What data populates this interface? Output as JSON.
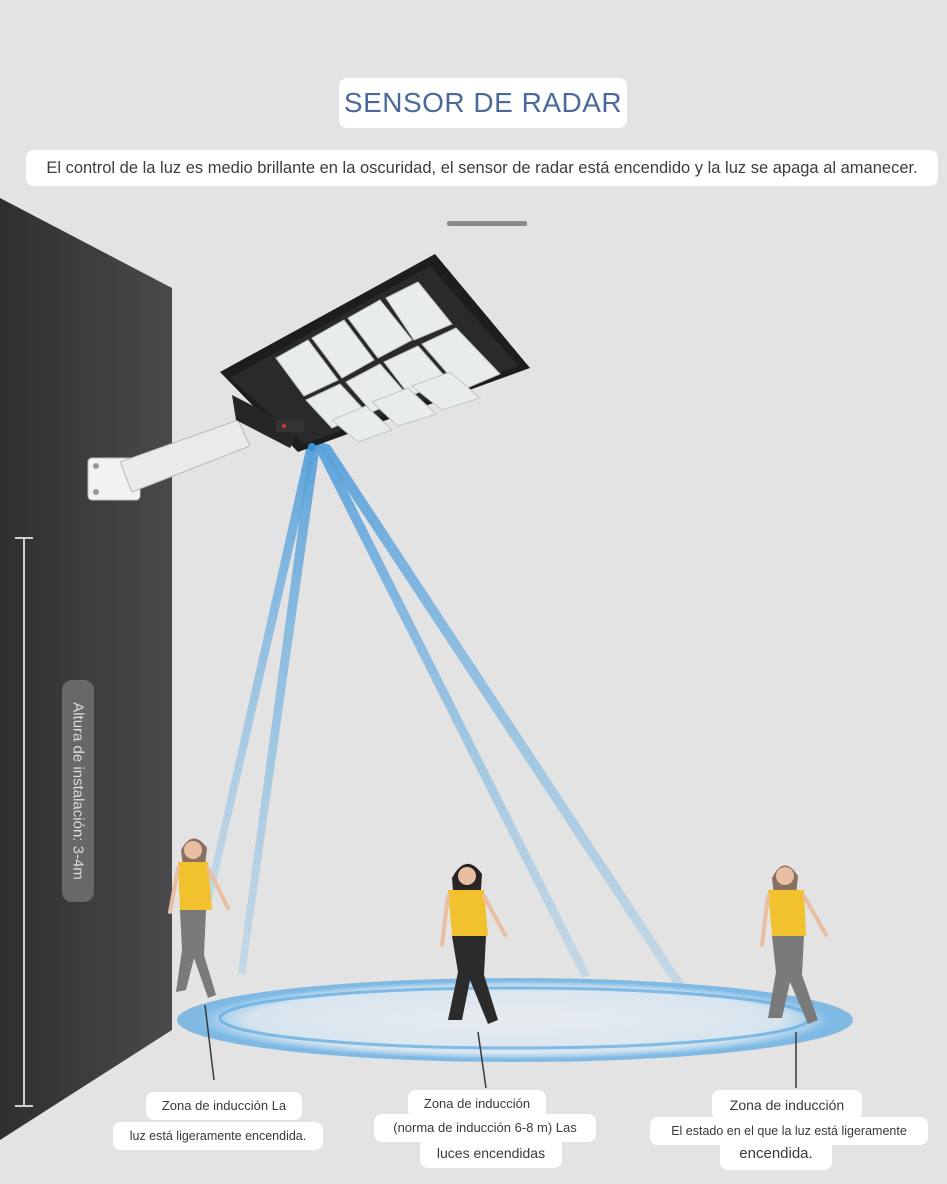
{
  "title": "SENSOR DE RADAR",
  "subtitle": "El control de la luz es medio brillante en la oscuridad, el sensor de radar está encendido y la luz se apaga al amanecer.",
  "height_label": "Altura de instalación: 3-4m",
  "zones": [
    {
      "lines": [
        "Zona de inducción La",
        "luz está ligeramente encendida."
      ]
    },
    {
      "lines": [
        "Zona de inducción",
        "(norma de inducción 6-8 m) Las",
        "luces encendidas"
      ]
    },
    {
      "lines": [
        "Zona de inducción",
        "El estado en el que la luz está ligeramente",
        "encendida."
      ]
    }
  ],
  "colors": {
    "background": "#e3e3e3",
    "wall": "#3f3f41",
    "beam": "#5aa7e0",
    "title_text": "#4b6a9a",
    "shirt": "#f2c12e",
    "pants": "#2b2b2b"
  }
}
